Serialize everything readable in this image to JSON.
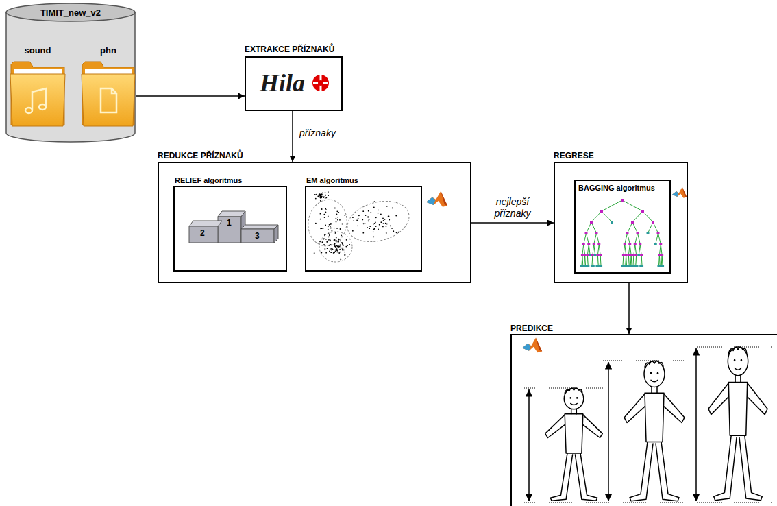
{
  "diagram": {
    "nodes": [
      {
        "text": [
          "TIMIT_new_v2"
        ]
      },
      {
        "text": [
          "sound"
        ],
        "in": 0
      },
      {
        "text": [
          "phn"
        ],
        "in": 0
      },
      {
        "text": [
          "EXTRAKCE PŘÍZNAKŮ",
          "Hila"
        ]
      },
      {
        "text": [
          "REDUKCE PŘÍZNAKŮ"
        ]
      },
      {
        "text": [
          "RELIEF algoritmus"
        ],
        "in": 4
      },
      {
        "text": [
          "EM algoritmus"
        ],
        "in": 4
      },
      {
        "text": [
          "REGRESE"
        ]
      },
      {
        "text": [
          "BAGGING algoritmus"
        ],
        "in": 7
      },
      {
        "text": [
          "PREDIKCE"
        ]
      }
    ],
    "edges": [
      {
        "from": 0,
        "to": 3,
        "arrow": "to"
      },
      {
        "from": 3,
        "to": 4,
        "label": "příznaky",
        "arrow": "to"
      },
      {
        "from": 4,
        "to": 7,
        "label": "nejlepší příznaky",
        "arrow": "to"
      },
      {
        "from": 7,
        "to": 9,
        "arrow": "to"
      }
    ],
    "labels": [
      "1",
      "2",
      "3"
    ]
  }
}
